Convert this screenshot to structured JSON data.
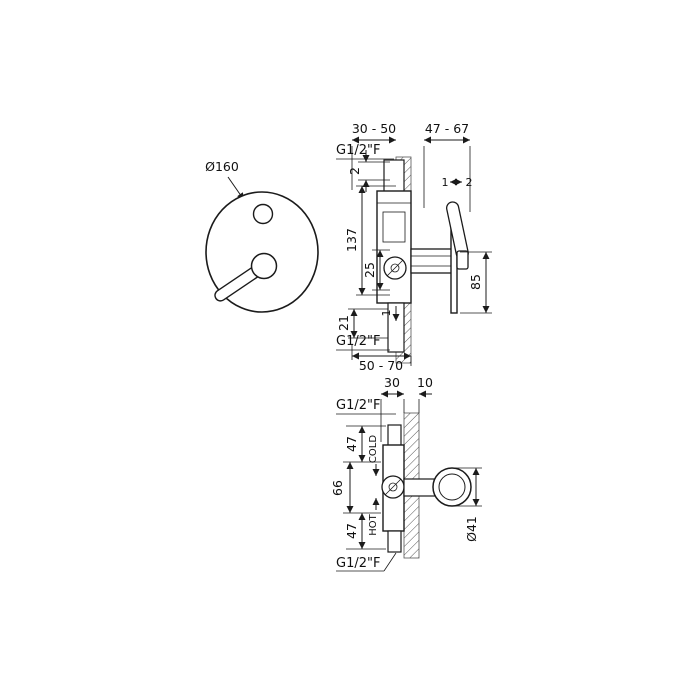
{
  "front": {
    "diameter": "Ø160"
  },
  "side": {
    "dim_depth_range": "30 - 50",
    "dim_total_range": "47 - 67",
    "thread_top": "G1/2\"F",
    "dim_2": "2",
    "dim_137": "137",
    "dim_25": "25",
    "dim_21": "21",
    "thread_bottom": "G1/2\"F",
    "dim_50_70": "50 - 70",
    "dim_85": "85",
    "pos_1": "1",
    "pos_2": "2",
    "outlet_1": "1"
  },
  "plan": {
    "dim_30": "30",
    "dim_10": "10",
    "thread_top": "G1/2\"F",
    "dim_47_top": "47",
    "dim_66": "66",
    "dim_47_bottom": "47",
    "thread_bottom": "G1/2\"F",
    "cold": "COLD",
    "hot": "HOT",
    "dim_diameter": "Ø41"
  },
  "colors": {
    "line": "#1b1b1b",
    "background": "#ffffff"
  }
}
